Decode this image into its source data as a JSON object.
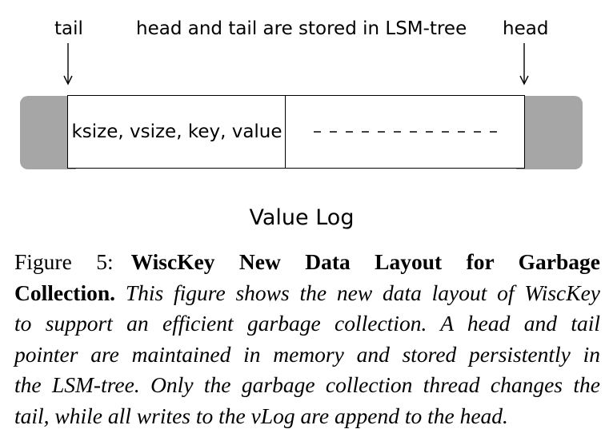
{
  "diagram": {
    "tail_label": "tail",
    "stored_label": "head and tail are stored in LSM-tree",
    "head_label": "head",
    "entry_label": "ksize, vsize, key, value",
    "title": "Value Log",
    "colors": {
      "end_caps": "#a6a6a6",
      "border": "#000000"
    }
  },
  "caption": {
    "figure_label": "Figure 5:",
    "title_part1": "WiscKey New Data Layout for Garbage",
    "title_part2": "Collection.",
    "line2_italic": "This figure shows the new data layout of WiscKey",
    "line3": "to support an efficient garbage collection.  A head and tail",
    "line4": "pointer are maintained in memory and stored persistently in",
    "line5": "the LSM-tree. Only the garbage collection thread changes the",
    "line6": "tail, while all writes to the vLog are append to the head."
  }
}
